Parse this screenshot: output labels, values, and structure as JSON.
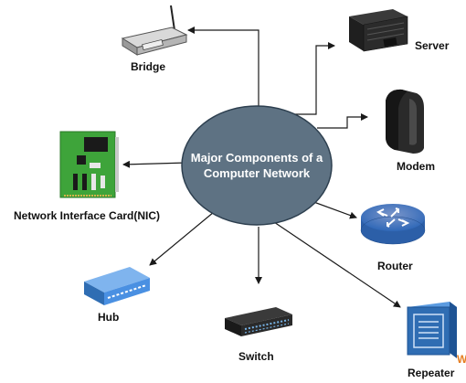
{
  "center": {
    "line1": "Major Components of a",
    "line2": "Computer Network"
  },
  "nodes": {
    "bridge": {
      "label": "Bridge",
      "icon": "bridge-icon"
    },
    "server": {
      "label": "Server",
      "icon": "server-icon"
    },
    "modem": {
      "label": "Modem",
      "icon": "modem-icon"
    },
    "router": {
      "label": "Router",
      "icon": "router-icon"
    },
    "repeater": {
      "label": "Repeater",
      "icon": "repeater-icon"
    },
    "switch": {
      "label": "Switch",
      "icon": "switch-icon"
    },
    "hub": {
      "label": "Hub",
      "icon": "hub-icon"
    },
    "nic": {
      "label": "Network Interface Card(NIC)",
      "icon": "nic-card-icon"
    }
  },
  "watermark": {
    "text": "W"
  },
  "colors": {
    "ellipse": "#5e7283",
    "ellipse_stroke": "#2d3f4f",
    "arrow": "#1a1a1a",
    "router": "#3c7fd9",
    "hub": "#4a90e2",
    "repeater": "#2f6db3",
    "nic": "#3ea43a",
    "watermark": "#e67e22"
  }
}
